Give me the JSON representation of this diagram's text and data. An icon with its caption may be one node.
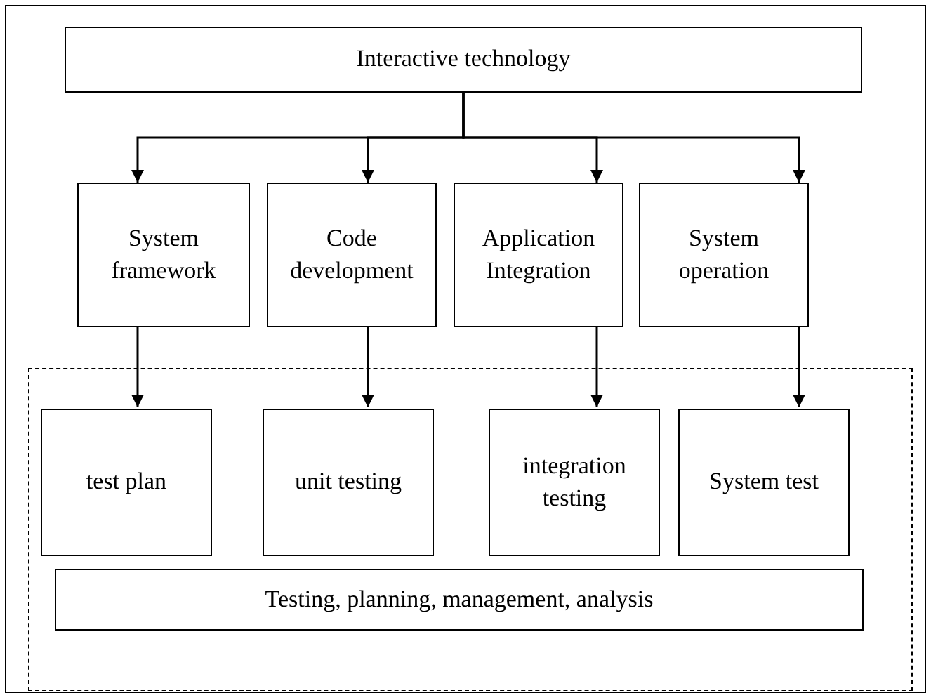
{
  "diagram": {
    "nodes": [
      {
        "text": [
          "Interactive technology"
        ]
      },
      {
        "text": [
          "System framework"
        ]
      },
      {
        "text": [
          "Code development"
        ]
      },
      {
        "text": [
          "Application Integration"
        ]
      },
      {
        "text": [
          "System operation"
        ]
      },
      {
        "text": [],
        "shape": "box"
      },
      {
        "text": [
          "test plan"
        ],
        "in": 5
      },
      {
        "text": [
          "unit testing"
        ],
        "in": 5
      },
      {
        "text": [
          "integration testing"
        ],
        "in": 5
      },
      {
        "text": [
          "System test"
        ],
        "in": 5
      },
      {
        "text": [
          "Testing, planning, management, analysis"
        ],
        "in": 5
      }
    ],
    "edges": [
      {
        "from": 0,
        "to": 1,
        "arrow": "to"
      },
      {
        "from": 0,
        "to": 2,
        "arrow": "to"
      },
      {
        "from": 0,
        "to": 3,
        "arrow": "to"
      },
      {
        "from": 0,
        "to": 4,
        "arrow": "to"
      },
      {
        "from": 1,
        "to": 6,
        "arrow": "to"
      },
      {
        "from": 2,
        "to": 7,
        "arrow": "to"
      },
      {
        "from": 3,
        "to": 8,
        "arrow": "to"
      },
      {
        "from": 4,
        "to": 9,
        "arrow": "to"
      }
    ]
  }
}
